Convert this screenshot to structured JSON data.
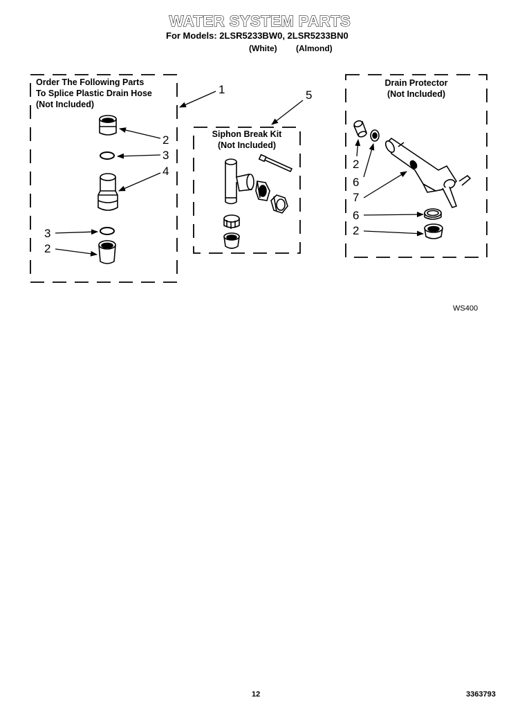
{
  "header": {
    "title": "WATER SYSTEM PARTS",
    "models_line": "For Models: 2LSR5233BW0, 2LSR5233BN0",
    "variant_white": "(White)",
    "variant_almond": "(Almond)"
  },
  "groups": {
    "splice": {
      "line1": "Order The Following Parts",
      "line2": "To Splice Plastic Drain Hose",
      "line3": "(Not Included)"
    },
    "siphon": {
      "line1": "Siphon Break Kit",
      "line2": "(Not Included)"
    },
    "drain": {
      "line1": "Drain Protector",
      "line2": "(Not Included)"
    }
  },
  "callouts": {
    "c1": "1",
    "c5": "5",
    "s2a": "2",
    "s3a": "3",
    "s4": "4",
    "s3b": "3",
    "s2b": "2",
    "d2a": "2",
    "d6a": "6",
    "d7": "7",
    "d6b": "6",
    "d2b": "2"
  },
  "footer": {
    "diagram_code": "WS400",
    "page_number": "12",
    "doc_number": "3363793"
  },
  "colors": {
    "ink": "#000000",
    "paper": "#ffffff"
  }
}
